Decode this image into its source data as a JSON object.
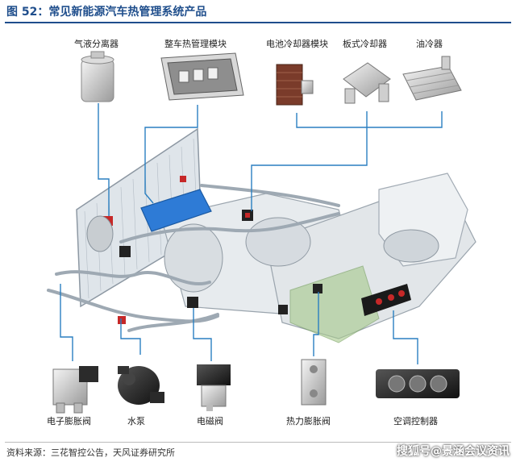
{
  "title": "图 52：常见新能源汽车热管理系统产品",
  "labels": {
    "accumulator": "气液分离器",
    "thermal_module": "整车热管理模块",
    "battery_chiller": "电池冷却器模块",
    "plate_cooler": "板式冷却器",
    "oil_cooler": "油冷器",
    "eev": "电子膨胀阀",
    "water_pump": "水泵",
    "solenoid_valve": "电磁阀",
    "txv": "热力膨胀阀",
    "ac_controller": "空调控制器"
  },
  "source": "资料来源：三花智控公告，天风证券研究所",
  "watermark": "搜狐号@景涵会议资讯",
  "colors": {
    "accent": "#1f4e8c",
    "leader_line": "#2a7fc1"
  }
}
